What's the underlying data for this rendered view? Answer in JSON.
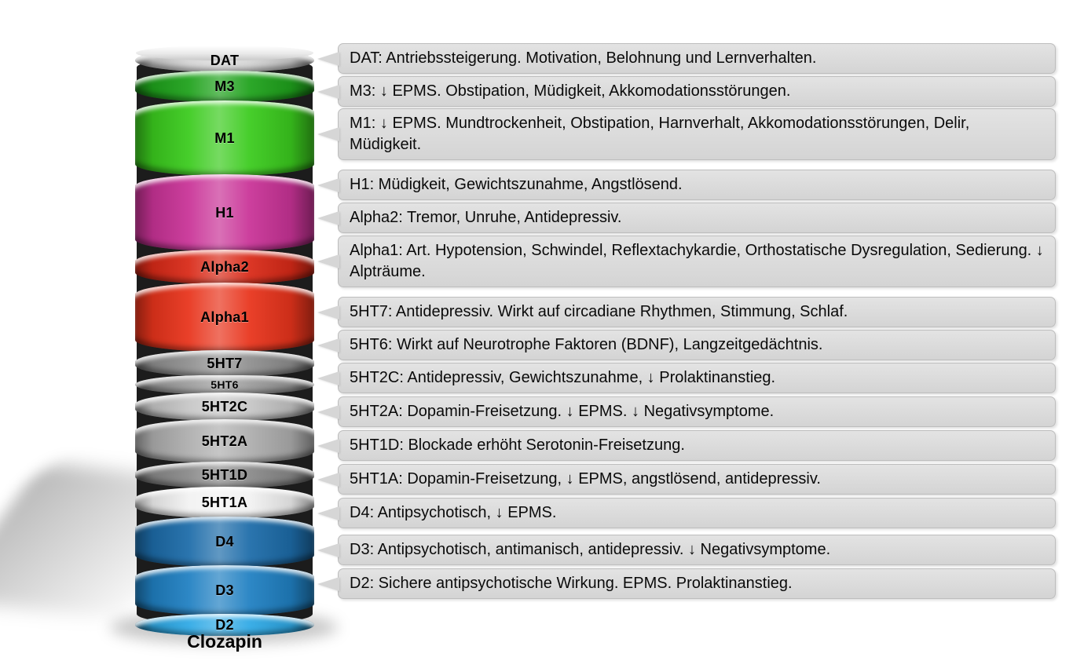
{
  "drug": {
    "name": "Clozapin"
  },
  "stack": {
    "discs": [
      {
        "id": "DAT",
        "label": "DAT",
        "color": "#d4d4d4"
      },
      {
        "id": "M3",
        "label": "M3",
        "color": "#1fa21c"
      },
      {
        "id": "M1",
        "label": "M1",
        "color": "#3bcb1e"
      },
      {
        "id": "H1",
        "label": "H1",
        "color": "#c93397"
      },
      {
        "id": "Alpha2",
        "label": "Alpha2",
        "color": "#d92a18"
      },
      {
        "id": "Alpha1",
        "label": "Alpha1",
        "color": "#e8341c"
      },
      {
        "id": "5HT7",
        "label": "5HT7",
        "color": "#8f8f8f"
      },
      {
        "id": "5HT6",
        "label": "5HT6",
        "color": "#9c9c9c"
      },
      {
        "id": "5HT2C",
        "label": "5HT2C",
        "color": "#c6c6c6"
      },
      {
        "id": "5HT2A",
        "label": "5HT2A",
        "color": "#aeaeae"
      },
      {
        "id": "5HT1D",
        "label": "5HT1D",
        "color": "#8a8a8a"
      },
      {
        "id": "5HT1A",
        "label": "5HT1A",
        "color": "#f2f2f2"
      },
      {
        "id": "D4",
        "label": "D4",
        "color": "#1d6ca9"
      },
      {
        "id": "D3",
        "label": "D3",
        "color": "#2080c2"
      },
      {
        "id": "D2",
        "label": "D2",
        "color": "#2fa9e5"
      }
    ]
  },
  "callouts": [
    {
      "receptor": "DAT",
      "text": "DAT: Antriebssteigerung. Motivation, Belohnung und Lernverhalten."
    },
    {
      "receptor": "M3",
      "text": "M3: ↓ EPMS. Obstipation, Müdigkeit, Akkomodationsstörungen."
    },
    {
      "receptor": "M1",
      "text": "M1: ↓ EPMS. Mundtrockenheit, Obstipation, Harnverhalt, Akkomodationsstörungen, Delir, Müdigkeit."
    },
    {
      "receptor": "H1",
      "text": "H1: Müdigkeit, Gewichtszunahme, Angstlösend."
    },
    {
      "receptor": "Alpha2",
      "text": "Alpha2: Tremor, Unruhe, Antidepressiv."
    },
    {
      "receptor": "Alpha1",
      "text": "Alpha1: Art. Hypotension, Schwindel, Reflextachykardie, Orthostatische Dysregulation, Sedierung. ↓ Alpträume."
    },
    {
      "receptor": "5HT7",
      "text": "5HT7: Antidepressiv. Wirkt auf circadiane Rhythmen, Stimmung, Schlaf."
    },
    {
      "receptor": "5HT6",
      "text": "5HT6: Wirkt auf Neurotrophe Faktoren (BDNF), Langzeitgedächtnis."
    },
    {
      "receptor": "5HT2C",
      "text": "5HT2C: Antidepressiv, Gewichtszunahme, ↓ Prolaktinanstieg."
    },
    {
      "receptor": "5HT2A",
      "text": "5HT2A: Dopamin-Freisetzung. ↓ EPMS. ↓ Negativsymptome."
    },
    {
      "receptor": "5HT1D",
      "text": "5HT1D: Blockade erhöht Serotonin-Freisetzung."
    },
    {
      "receptor": "5HT1A",
      "text": "5HT1A: Dopamin-Freisetzung, ↓ EPMS, angstlösend, antidepressiv."
    },
    {
      "receptor": "D4",
      "text": "D4: Antipsychotisch, ↓ EPMS."
    },
    {
      "receptor": "D3",
      "text": "D3: Antipsychotisch, antimanisch, antidepressiv. ↓ Negativsymptome."
    },
    {
      "receptor": "D2",
      "text": "D2: Sichere antipsychotische Wirkung. EPMS. Prolaktinanstieg."
    }
  ]
}
